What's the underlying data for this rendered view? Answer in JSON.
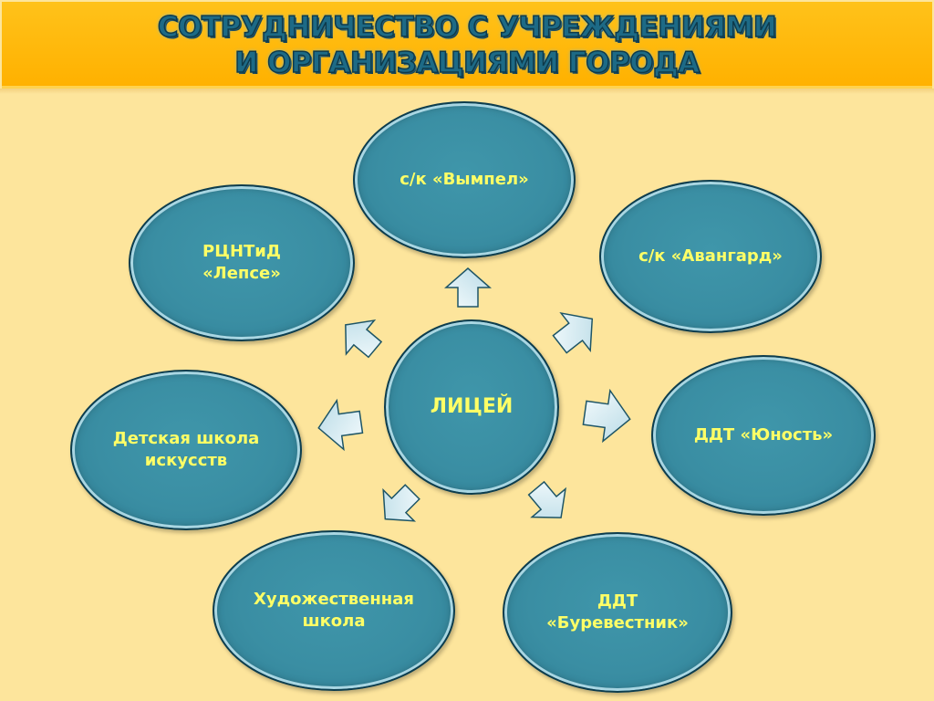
{
  "header": {
    "title_line1": "СОТРУДНИЧЕСТВО С УЧРЕЖДЕНИЯМИ",
    "title_line2": "И ОРГАНИЗАЦИЯМИ ГОРОДА"
  },
  "diagram": {
    "center": "ЛИЦЕЙ",
    "nodes": [
      "с/к «Вымпел»",
      "с/к «Авангард»",
      "ДДТ «Юность»",
      "ДДТ\n«Буревестник»",
      "Художественная\nшкола",
      "Детская школа\nискусств",
      "РЦНТиД\n«Лепсе»"
    ]
  },
  "colors": {
    "background": "#fde59c",
    "header": "#ffb100",
    "node_fill": "#3a8ea3",
    "node_text": "#ffff66",
    "arrow_fill": "#d8ecf2"
  }
}
